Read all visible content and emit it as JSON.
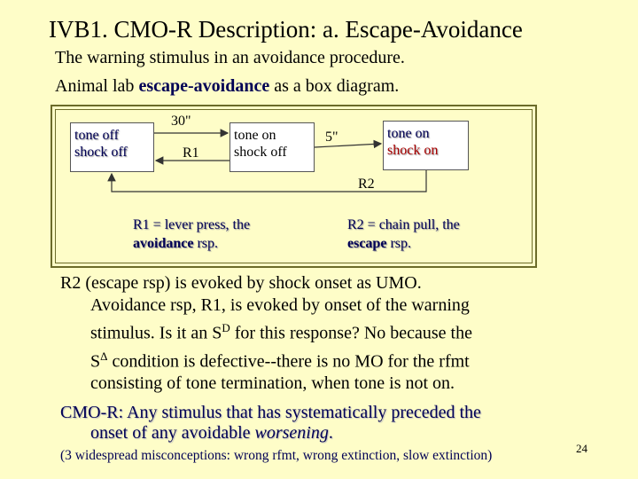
{
  "slide": {
    "title": "IVB1. CMO-R Description: a. Escape-Avoidance",
    "subtitle1": "The warning stimulus in an avoidance procedure.",
    "subtitle2_prefix": "Animal lab ",
    "subtitle2_bold": "escape-avoidance",
    "subtitle2_suffix": " as a box diagram.",
    "page_number": "24"
  },
  "diagram": {
    "box1": {
      "line1": "tone off",
      "line2": "shock off"
    },
    "box2": {
      "line1": "tone on",
      "line2": "shock off"
    },
    "box3": {
      "line1": "tone on",
      "line2": "shock on"
    },
    "label_30": "30\"",
    "label_r1": "R1",
    "label_5": "5\"",
    "label_r2": "R2",
    "legend1": {
      "line1": "R1 = lever press, the",
      "bold": "avoidance",
      "suffix": " rsp."
    },
    "legend2": {
      "line1": "R2 = chain pull, the",
      "bold": "escape",
      "suffix": " rsp."
    }
  },
  "body": {
    "line1": "R2 (escape rsp) is evoked by shock onset as UMO.",
    "line2": "Avoidance rsp, R1, is evoked by onset of the warning",
    "line3a": "stimulus. Is it an S",
    "line3sup": "D",
    "line3b": " for this response? No because the",
    "line4a": "S",
    "line4sup": "Δ",
    "line4b": " condition is defective--there is no MO for the rfmt",
    "line5": "consisting of tone termination, when tone is not on."
  },
  "cmor": {
    "line1": "CMO-R: Any stimulus that has systematically preceded the",
    "line2": "onset of any avoidable ",
    "italic": "worsening",
    "end": "."
  },
  "footnote": "(3 widespread misconceptions: wrong rfmt, wrong extinction, slow extinction)"
}
